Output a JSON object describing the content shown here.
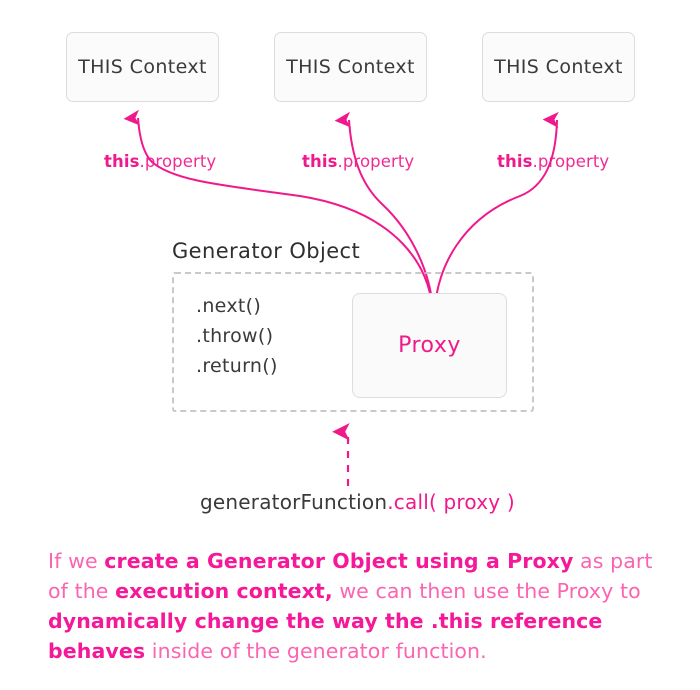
{
  "diagram": {
    "title": "Generator Object with Proxy as execution context",
    "colors": {
      "pink": "#f0198c",
      "pink_light": "#fb64b0",
      "box_border": "#dddddd",
      "box_fill": "#fbfbfb",
      "dashed_border": "#c9c9c9",
      "text_dark": "#3a3a3a"
    },
    "context_boxes": [
      {
        "label": "THIS Context"
      },
      {
        "label": "THIS Context"
      },
      {
        "label": "THIS Context"
      }
    ],
    "property_labels": [
      {
        "keyword": "this",
        "rest": ".property"
      },
      {
        "keyword": "this",
        "rest": ".property"
      },
      {
        "keyword": "this",
        "rest": ".property"
      }
    ],
    "generator": {
      "title": "Generator Object",
      "methods": [
        ".next()",
        ".throw()",
        ".return()"
      ],
      "proxy_label": "Proxy"
    },
    "call_expression": {
      "function_name": "generatorFunction",
      "call_part": ".call( proxy )"
    },
    "caption": {
      "segments": [
        {
          "text": "If we ",
          "emphasis": false
        },
        {
          "text": "create a Generator Object using a Proxy",
          "emphasis": true
        },
        {
          "text": " as part of the ",
          "emphasis": false
        },
        {
          "text": "execution context,",
          "emphasis": true
        },
        {
          "text": " we can then use the Proxy to ",
          "emphasis": false
        },
        {
          "text": "dynamically change the way the .this reference behaves",
          "emphasis": true
        },
        {
          "text": " inside of the generator function.",
          "emphasis": false
        }
      ]
    },
    "arrows": [
      {
        "name": "this-property-arrow-left",
        "style": "curved-solid",
        "direction": "up",
        "from": "proxy",
        "to": "context-box-0"
      },
      {
        "name": "this-property-arrow-middle",
        "style": "curved-solid",
        "direction": "up",
        "from": "proxy",
        "to": "context-box-1"
      },
      {
        "name": "this-property-arrow-right",
        "style": "curved-solid",
        "direction": "up",
        "from": "proxy",
        "to": "context-box-2"
      },
      {
        "name": "call-arrow",
        "style": "dashed",
        "direction": "up",
        "from": "call-expression",
        "to": "generator-container"
      }
    ]
  }
}
